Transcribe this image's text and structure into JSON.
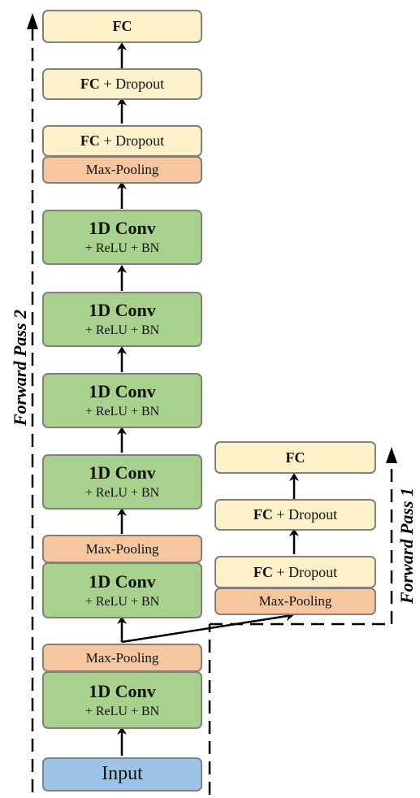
{
  "left_stack": {
    "fc_top": {
      "bold": "FC",
      "rest": ""
    },
    "fc_drop_2": {
      "bold": "FC",
      "rest": " + Dropout"
    },
    "fc_drop_1": {
      "bold": "FC",
      "rest": " + Dropout"
    },
    "pool_top": "Max-Pooling",
    "conv4": {
      "title": "1D Conv",
      "sub": "+ ReLU + BN"
    },
    "conv3": {
      "title": "1D Conv",
      "sub": "+ ReLU + BN"
    },
    "conv2_b": {
      "title": "1D Conv",
      "sub": "+ ReLU + BN"
    },
    "conv2_a": {
      "title": "1D Conv",
      "sub": "+ ReLU + BN"
    },
    "pool_mid": "Max-Pooling",
    "conv1b": {
      "title": "1D Conv",
      "sub": "+ ReLU + BN"
    },
    "pool_low": "Max-Pooling",
    "conv1a": {
      "title": "1D Conv",
      "sub": "+ ReLU + BN"
    },
    "input": "Input"
  },
  "right_stack": {
    "fc_top": {
      "bold": "FC",
      "rest": ""
    },
    "fc_drop_2": {
      "bold": "FC",
      "rest": " + Dropout"
    },
    "fc_drop_1": {
      "bold": "FC",
      "rest": " + Dropout"
    },
    "pool": "Max-Pooling"
  },
  "labels": {
    "forward_pass_2": "Forward Pass 2",
    "forward_pass_1": "Forward Pass 1"
  },
  "colors": {
    "fc": "#fdf1c9",
    "pool": "#f6c79e",
    "conv": "#a9d18e",
    "input": "#9dc3e6",
    "border": "#808080"
  }
}
